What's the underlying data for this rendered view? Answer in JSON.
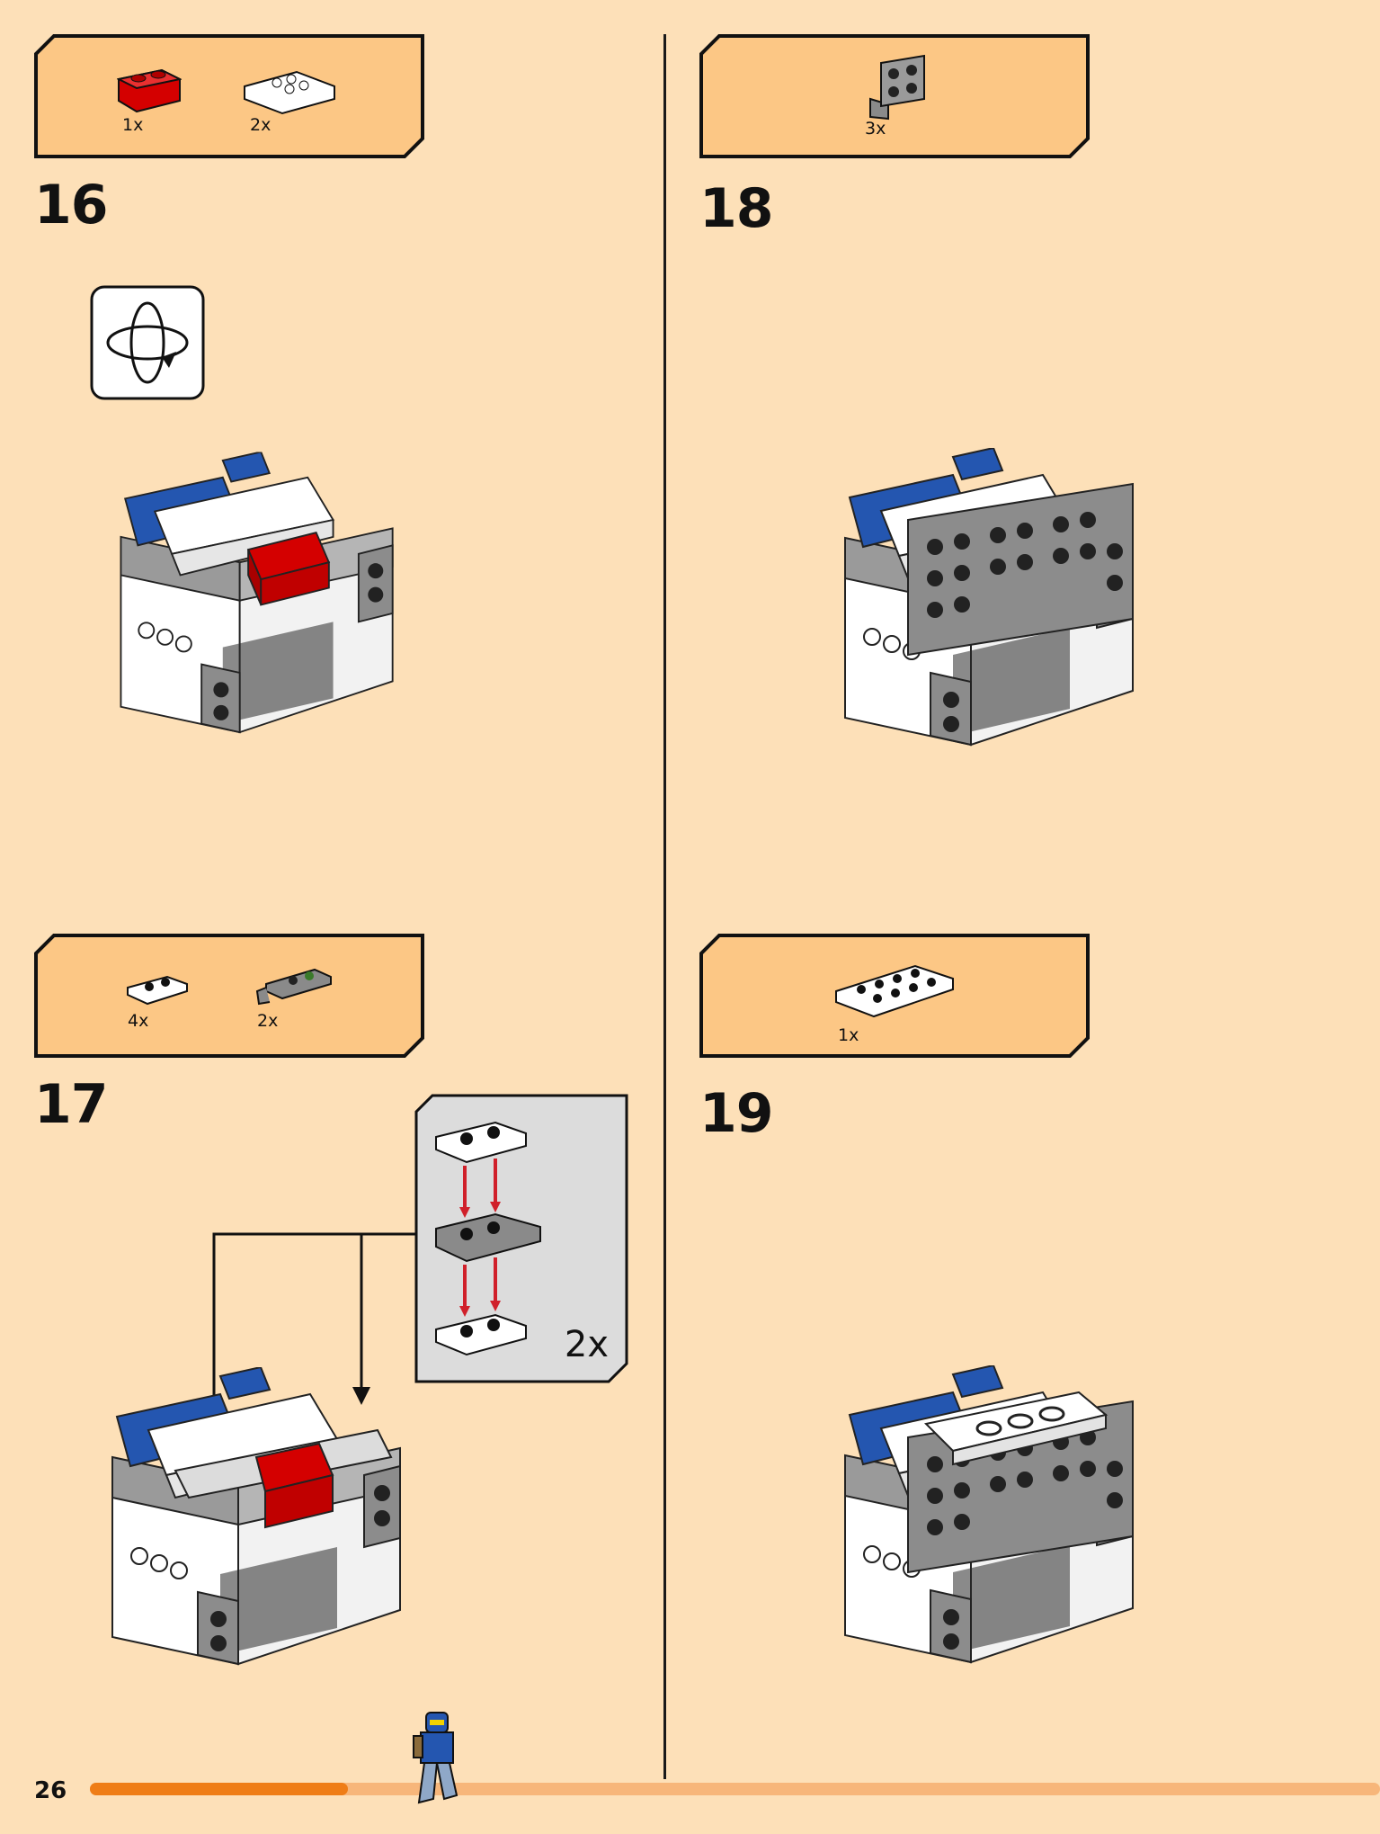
{
  "page": {
    "number": "26",
    "progress": 0.2
  },
  "colors": {
    "background": "#fde0b8",
    "callout_fill": "#fcc785",
    "progress_done": "#ef7d16",
    "progress_remaining": "#f7b67a",
    "brick_red": "#d40000",
    "brick_blue": "#2456b0",
    "brick_gray": "#9a9a9a",
    "brick_white": "#ffffff"
  },
  "steps": [
    {
      "number": "16",
      "parts": [
        {
          "qty": "1x",
          "icon": "red-brick-1x2-icon"
        },
        {
          "qty": "2x",
          "icon": "white-slope-2x2-icon"
        }
      ],
      "has_rotate_icon": true
    },
    {
      "number": "17",
      "parts": [
        {
          "qty": "4x",
          "icon": "white-plate-1x2-icon"
        },
        {
          "qty": "2x",
          "icon": "gray-clip-plate-icon"
        }
      ],
      "subassembly_multiplier": "2x"
    },
    {
      "number": "18",
      "parts": [
        {
          "qty": "3x",
          "icon": "gray-bracket-icon"
        }
      ]
    },
    {
      "number": "19",
      "parts": [
        {
          "qty": "1x",
          "icon": "white-plate-2x4-icon"
        }
      ]
    }
  ]
}
